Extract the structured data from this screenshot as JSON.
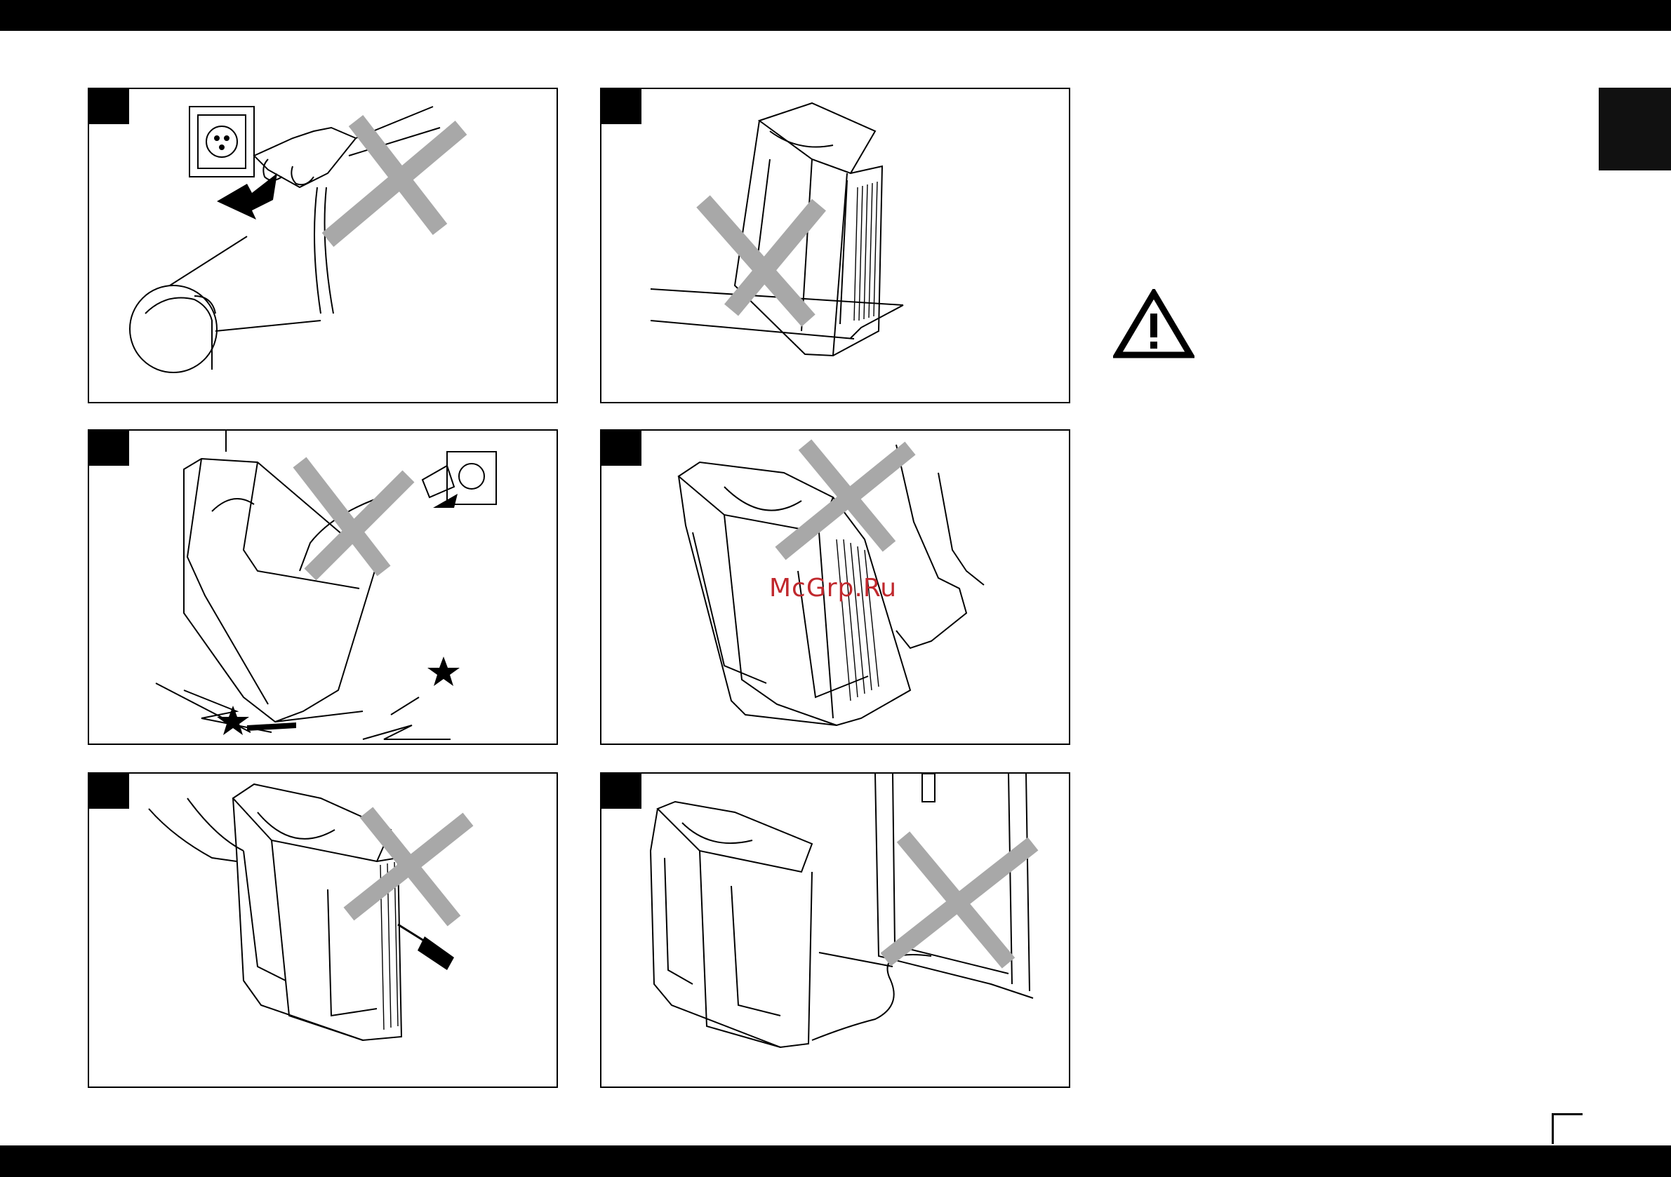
{
  "page": {
    "background": "#ffffff",
    "bar_color": "#000000",
    "cross_color": "#a8a8a8"
  },
  "panels": [
    {
      "number": "",
      "icon": "plug-pull-by-cord-prohibited",
      "prohibited": true
    },
    {
      "number": "",
      "icon": "appliance-tilted-on-edge-prohibited",
      "prohibited": true
    },
    {
      "number": "",
      "icon": "appliance-dropped-prohibited",
      "prohibited": true
    },
    {
      "number": "",
      "icon": "kicking-appliance-prohibited",
      "prohibited": true
    },
    {
      "number": "",
      "icon": "tools-disassembly-prohibited",
      "prohibited": true
    },
    {
      "number": "",
      "icon": "cord-under-door-prohibited",
      "prohibited": true
    }
  ],
  "warning_icon": "warning-triangle-icon",
  "watermark": {
    "text": "McGrp.Ru",
    "color": "#c0282d"
  }
}
